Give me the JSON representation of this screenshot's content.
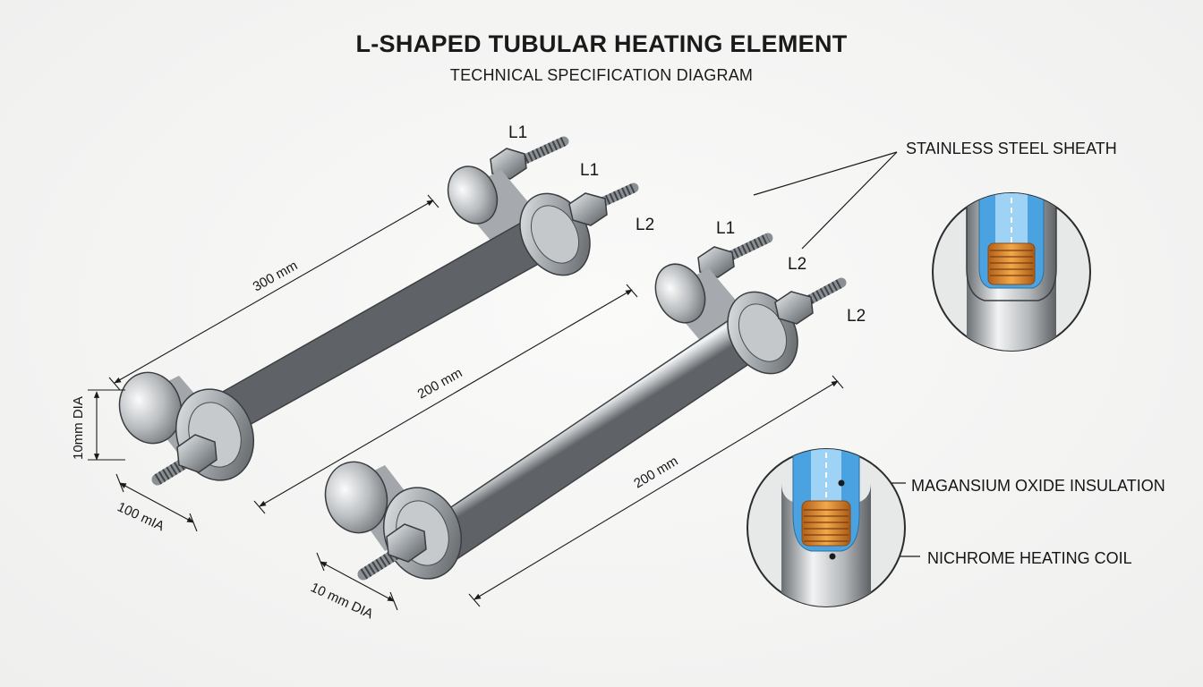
{
  "header": {
    "title": "L-SHAPED TUBULAR HEATING ELEMENT",
    "subtitle": "TECHNICAL SPECIFICATION DIAGRAM"
  },
  "element_a": {
    "terminal_1": "L1",
    "terminal_2": "L1",
    "terminal_3": "L2",
    "length_label": "300 mm",
    "diameter_label": "10mm DIA",
    "leg_label": "100 mIA"
  },
  "element_b": {
    "terminal_1": "L1",
    "terminal_2": "L2",
    "terminal_3": "L2",
    "length_label_1": "200 mm",
    "length_label_2": "200 mm",
    "diameter_label": "10 mm DIA"
  },
  "callouts": {
    "sheath": "STAINLESS STEEL SHEATH",
    "insulation": "MAGANSIUM OXIDE INSULATION",
    "coil": "NICHROME HEATING COIL"
  },
  "colors": {
    "steel_dark": "#6f7478",
    "steel_light": "#f2f3f4",
    "insulation_blue": "#4aa3e0",
    "coil_orange": "#e08a2c"
  }
}
